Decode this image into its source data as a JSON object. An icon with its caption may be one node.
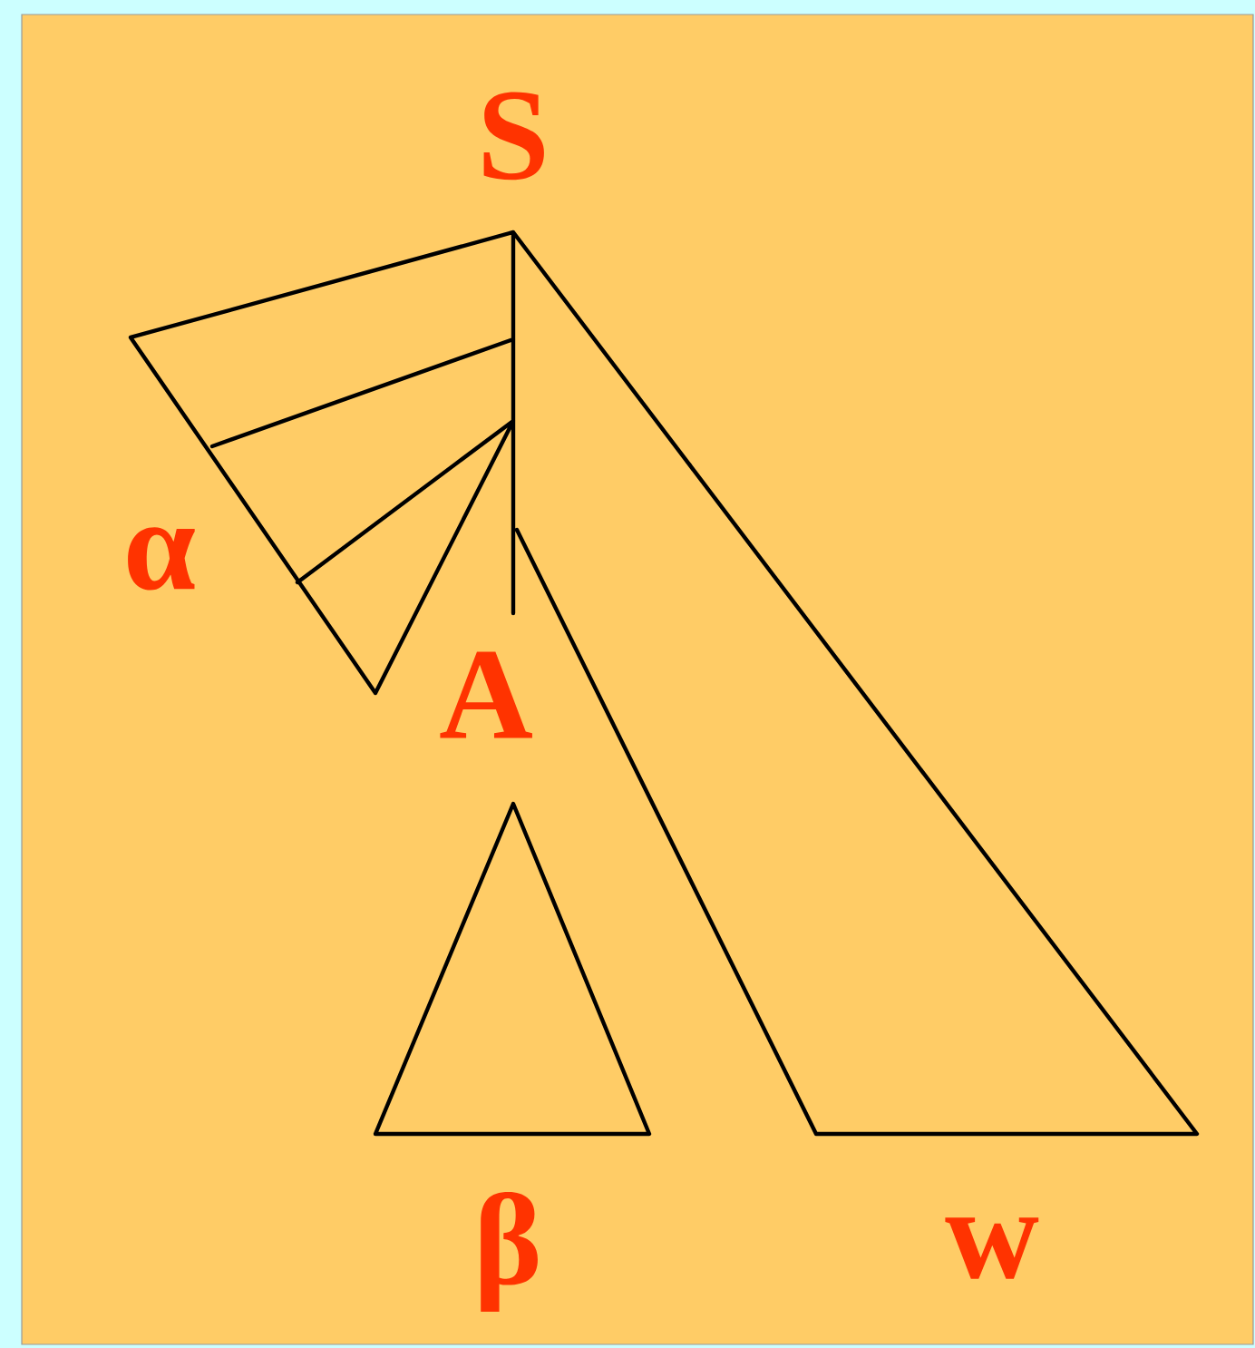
{
  "diagram": {
    "labels": [
      "S",
      "α",
      "A",
      "β",
      "w"
    ]
  }
}
